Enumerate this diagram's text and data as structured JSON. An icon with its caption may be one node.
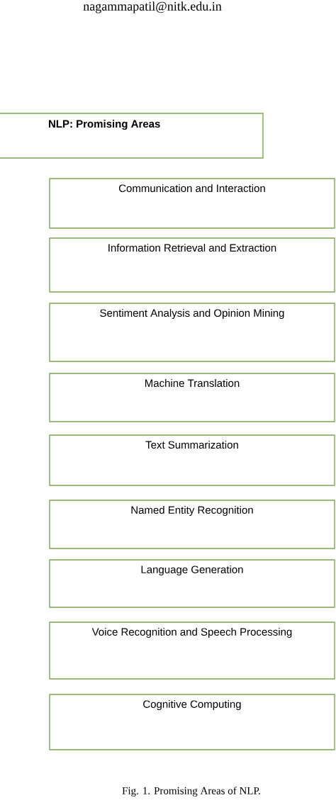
{
  "diagram": {
    "caption": "Fig. 1.  Promising Areas of NLP.",
    "nodes": [
      {
        "text": [
          "NLP: Promising Areas"
        ]
      },
      {
        "text": [
          "Communication and Interaction"
        ]
      },
      {
        "text": [
          "Information Retrieval and Extraction"
        ]
      },
      {
        "text": [
          "Sentiment Analysis and Opinion Mining"
        ]
      },
      {
        "text": [
          "Machine Translation"
        ]
      },
      {
        "text": [
          "Text Summarization"
        ]
      },
      {
        "text": [
          "Named Entity Recognition"
        ]
      },
      {
        "text": [
          "Language Generation"
        ]
      },
      {
        "text": [
          "Voice Recognition and Speech Processing"
        ]
      },
      {
        "text": [
          "Cognitive Computing"
        ]
      }
    ],
    "labels": [
      "nagammapatil@nitk.edu.in"
    ]
  }
}
